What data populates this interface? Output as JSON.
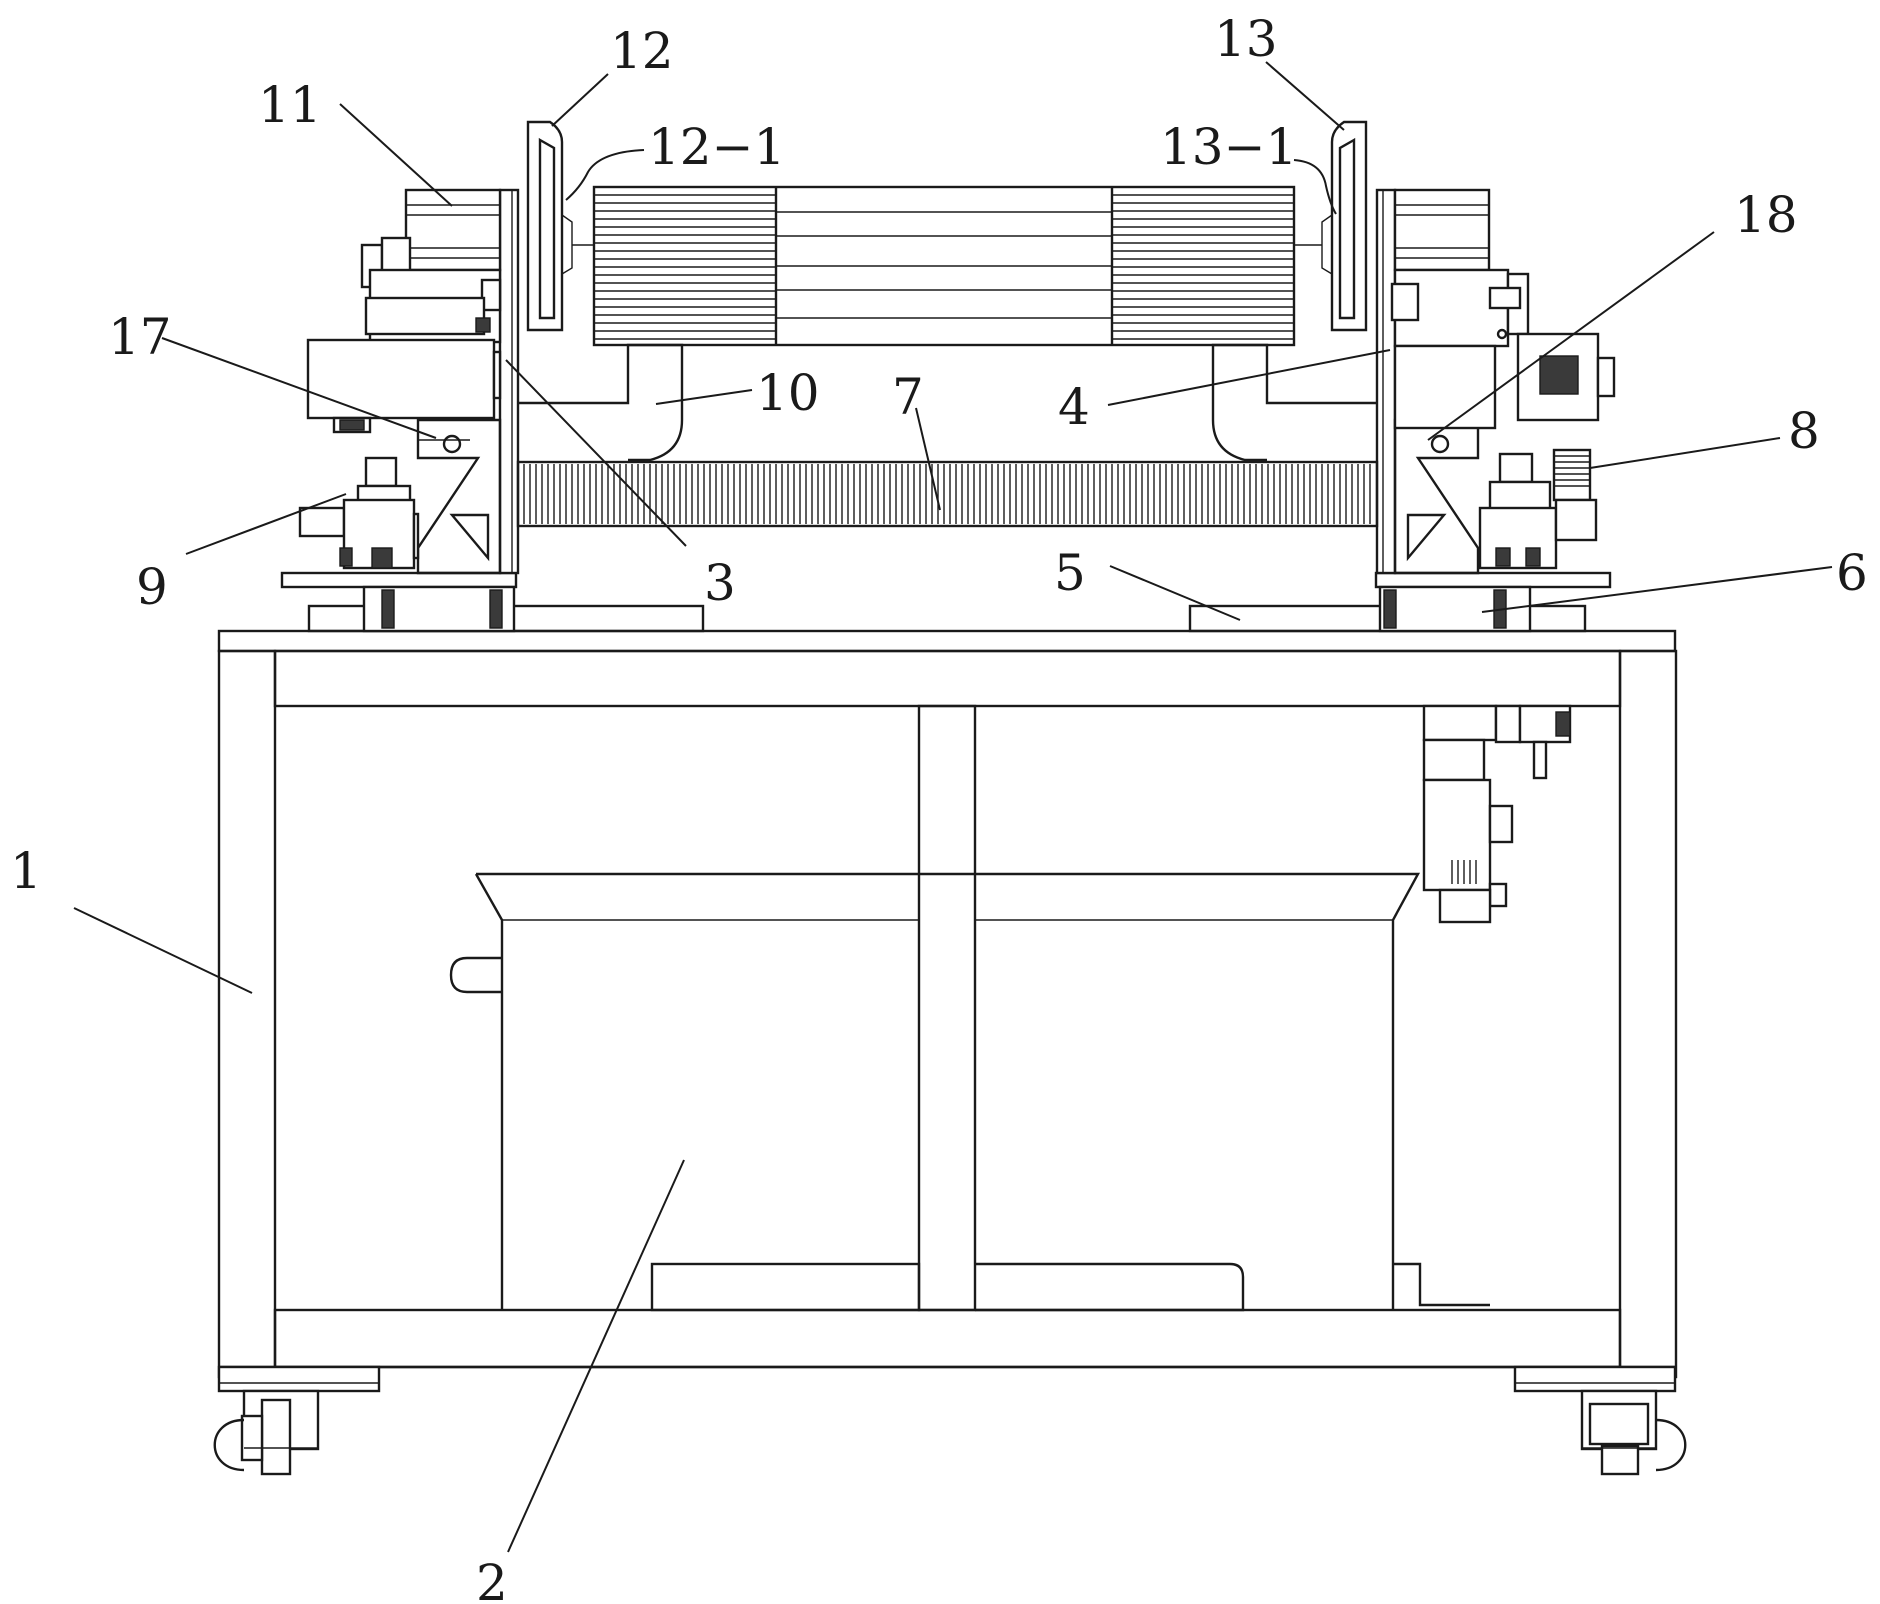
{
  "figure": {
    "labels": [
      {
        "id": "label-1",
        "text": "1"
      },
      {
        "id": "label-2",
        "text": "2"
      },
      {
        "id": "label-3",
        "text": "3"
      },
      {
        "id": "label-4",
        "text": "4"
      },
      {
        "id": "label-5",
        "text": "5"
      },
      {
        "id": "label-6",
        "text": "6"
      },
      {
        "id": "label-7",
        "text": "7"
      },
      {
        "id": "label-8",
        "text": "8"
      },
      {
        "id": "label-9",
        "text": "9"
      },
      {
        "id": "label-10",
        "text": "10"
      },
      {
        "id": "label-11",
        "text": "11"
      },
      {
        "id": "label-12",
        "text": "12"
      },
      {
        "id": "label-12-1",
        "text": "12−1"
      },
      {
        "id": "label-13",
        "text": "13"
      },
      {
        "id": "label-13-1",
        "text": "13−1"
      },
      {
        "id": "label-17",
        "text": "17"
      },
      {
        "id": "label-18",
        "text": "18"
      }
    ]
  }
}
